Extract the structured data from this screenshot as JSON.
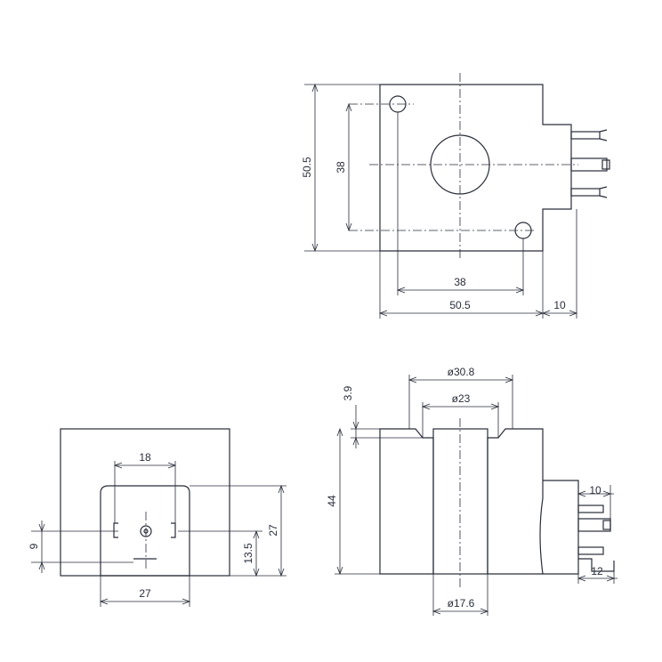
{
  "drawing": {
    "top_view": {
      "height_outer": "50.5",
      "height_holes": "38",
      "width_holes": "38",
      "width_outer": "50.5",
      "terminal_length": "10"
    },
    "front_view": {
      "pin_spacing": "18",
      "pin_offset": "9",
      "center_height": "13.5",
      "plug_height": "27",
      "plug_width": "27"
    },
    "section_view": {
      "dia_top": "ø30.8",
      "dia_mid": "ø23",
      "step_height": "3.9",
      "height": "44",
      "terminal_length_top": "10",
      "terminal_length_bottom": "12",
      "dia_bore": "ø17.6"
    }
  }
}
